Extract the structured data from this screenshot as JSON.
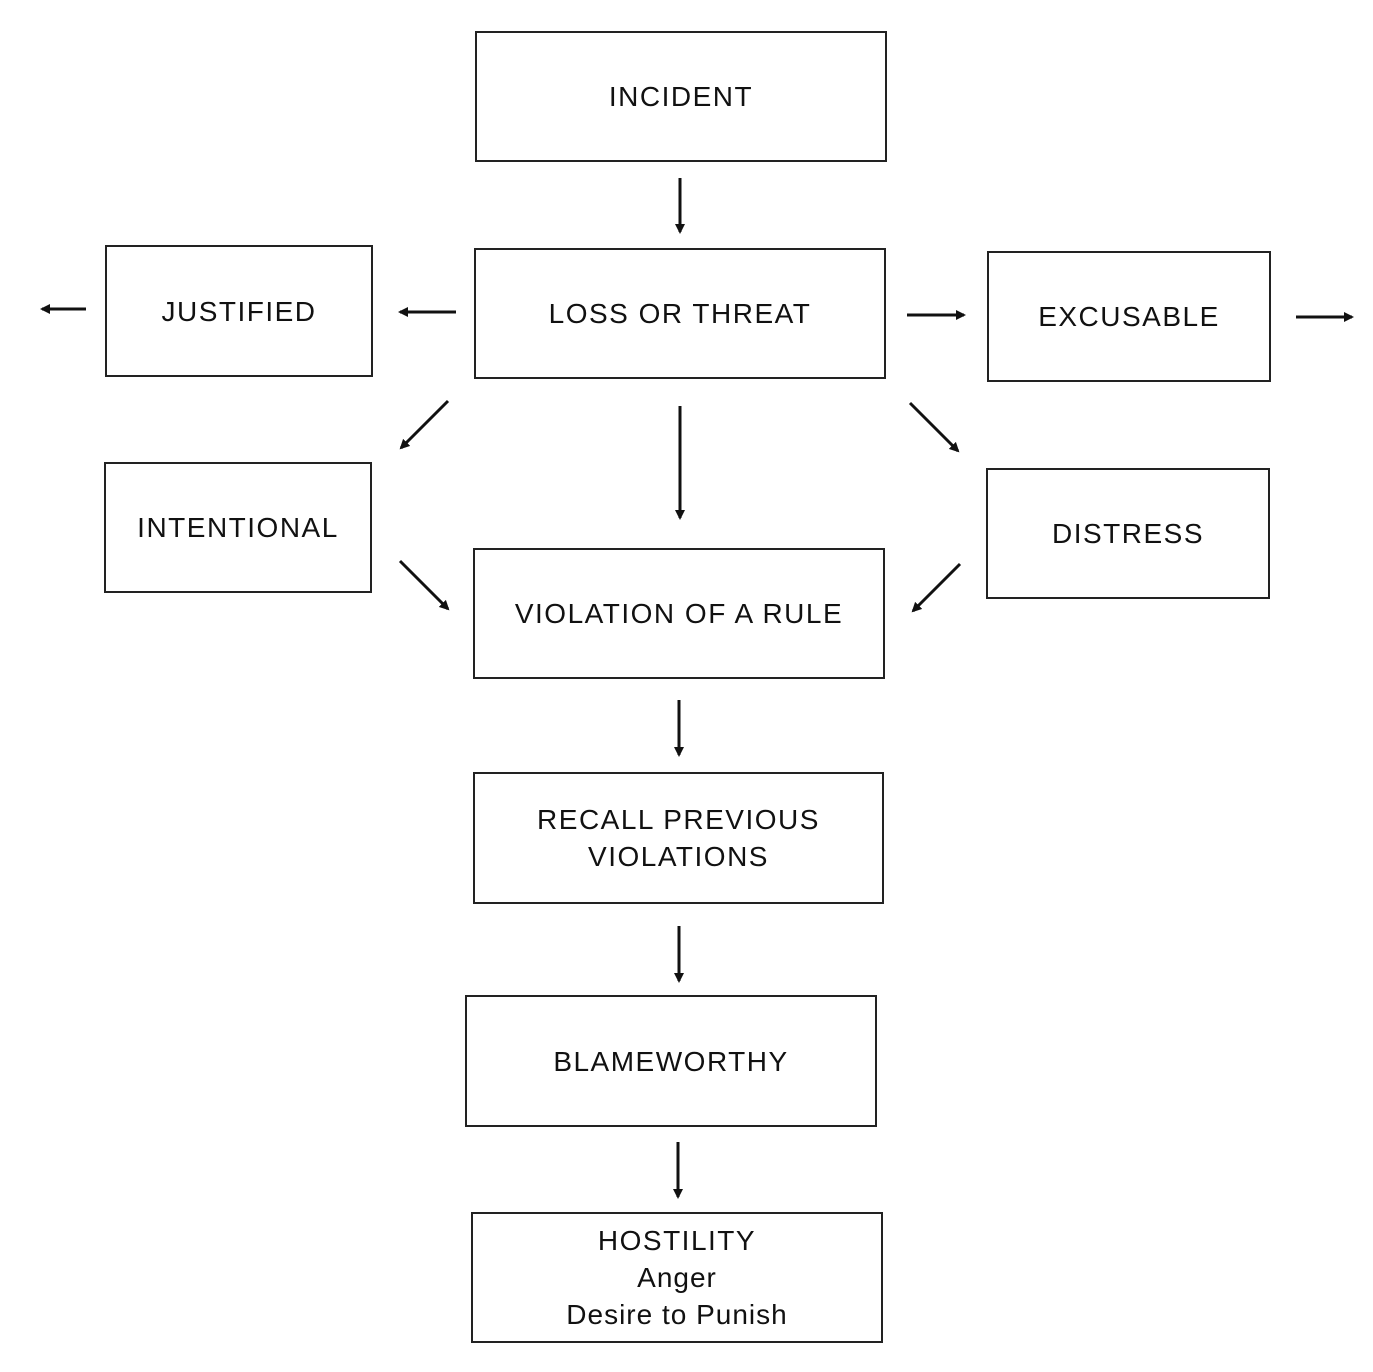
{
  "nodes": {
    "incident": "INCIDENT",
    "loss_or_threat": "LOSS OR THREAT",
    "justified": "JUSTIFIED",
    "excusable": "EXCUSABLE",
    "intentional": "INTENTIONAL",
    "distress": "DISTRESS",
    "violation": "VIOLATION OF A RULE",
    "recall_line1": "RECALL PREVIOUS",
    "recall_line2": "VIOLATIONS",
    "blameworthy": "BLAMEWORTHY",
    "hostility": "HOSTILITY",
    "hostility_sub1": "Anger",
    "hostility_sub2": "Desire to Punish"
  },
  "edges": [
    {
      "from": "incident",
      "to": "loss_or_threat"
    },
    {
      "from": "loss_or_threat",
      "to": "justified"
    },
    {
      "from": "loss_or_threat",
      "to": "excusable"
    },
    {
      "from": "loss_or_threat",
      "to": "intentional"
    },
    {
      "from": "loss_or_threat",
      "to": "distress"
    },
    {
      "from": "loss_or_threat",
      "to": "violation"
    },
    {
      "from": "intentional",
      "to": "violation"
    },
    {
      "from": "distress",
      "to": "violation"
    },
    {
      "from": "violation",
      "to": "recall"
    },
    {
      "from": "recall",
      "to": "blameworthy"
    },
    {
      "from": "blameworthy",
      "to": "hostility"
    },
    {
      "from": "justified",
      "to": "outside-left"
    },
    {
      "from": "excusable",
      "to": "outside-right"
    }
  ]
}
